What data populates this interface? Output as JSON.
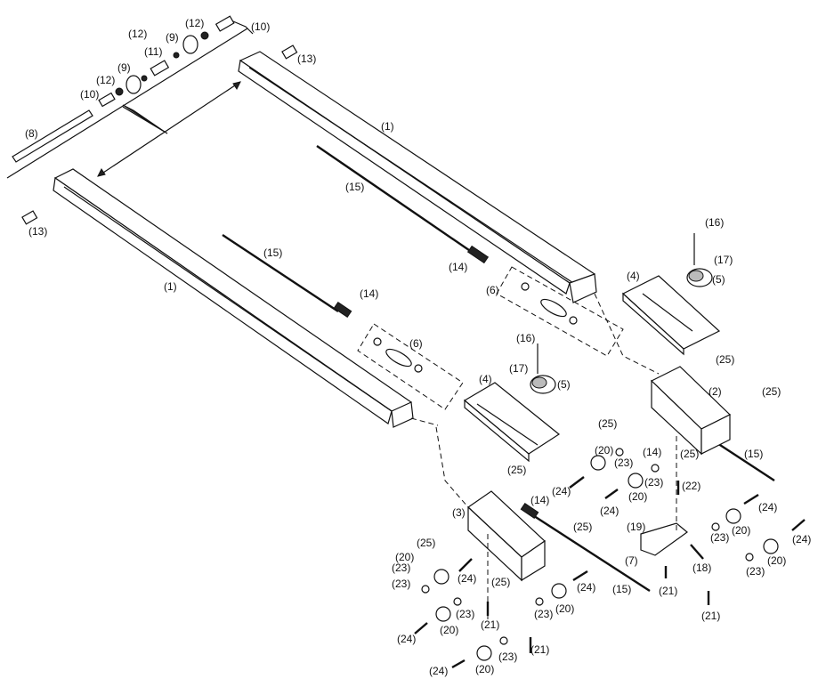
{
  "callouts": {
    "c1a": "(1)",
    "c1b": "(1)",
    "c2": "(2)",
    "c3": "(3)",
    "c4a": "(4)",
    "c4b": "(4)",
    "c5a": "(5)",
    "c5b": "(5)",
    "c6a": "(6)",
    "c6b": "(6)",
    "c7": "(7)",
    "c8": "(8)",
    "c9a": "(9)",
    "c9b": "(9)",
    "c10a": "(10)",
    "c10b": "(10)",
    "c11": "(11)",
    "c12a": "(12)",
    "c12b": "(12)",
    "c12c": "(12)",
    "c13a": "(13)",
    "c13b": "(13)",
    "c14a": "(14)",
    "c14b": "(14)",
    "c14c": "(14)",
    "c14d": "(14)",
    "c15a": "(15)",
    "c15b": "(15)",
    "c15c": "(15)",
    "c15d": "(15)",
    "c16a": "(16)",
    "c16b": "(16)",
    "c17a": "(17)",
    "c17b": "(17)",
    "c18": "(18)",
    "c19": "(19)",
    "c20a": "(20)",
    "c20b": "(20)",
    "c20c": "(20)",
    "c20d": "(20)",
    "c20e": "(20)",
    "c20f": "(20)",
    "c20g": "(20)",
    "c20h": "(20)",
    "c21a": "(21)",
    "c21b": "(21)",
    "c21c": "(21)",
    "c21d": "(21)",
    "c22": "(22)",
    "c23a": "(23)",
    "c23b": "(23)",
    "c23c": "(23)",
    "c23d": "(23)",
    "c23e": "(23)",
    "c23f": "(23)",
    "c23g": "(23)",
    "c23h": "(23)",
    "c23i": "(23)",
    "c24a": "(24)",
    "c24b": "(24)",
    "c24c": "(24)",
    "c24d": "(24)",
    "c24e": "(24)",
    "c24f": "(24)",
    "c24g": "(24)",
    "c24h": "(24)",
    "c25a": "(25)",
    "c25b": "(25)",
    "c25c": "(25)",
    "c25d": "(25)",
    "c25e": "(25)",
    "c25f": "(25)",
    "c25g": "(25)",
    "c25h": "(25)"
  },
  "colors": {
    "ink": "#111111",
    "paper": "#ffffff"
  }
}
